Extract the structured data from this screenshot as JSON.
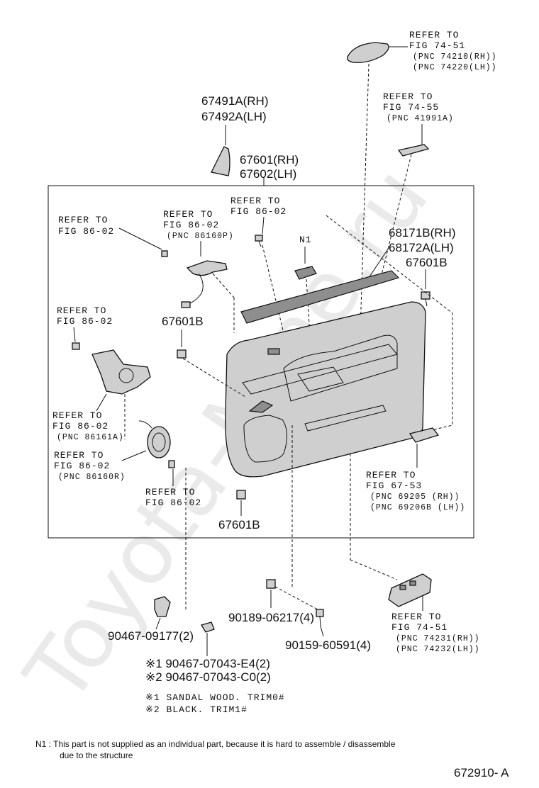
{
  "watermark": "Toyota-Mine.ru",
  "labels": {
    "refer_74_51_top": [
      "REFER TO",
      "FIG 74-51",
      "(PNC 74210(RH))",
      "(PNC 74220(LH))"
    ],
    "refer_74_55": [
      "REFER TO",
      "FIG 74-55",
      "(PNC 41991A)"
    ],
    "part_67491A": [
      "67491A(RH)",
      "67492A(LH)"
    ],
    "part_67601_rh": [
      "67601(RH)",
      "67602(LH)"
    ],
    "refer_86_02_top": [
      "REFER TO",
      "FIG 86-02"
    ],
    "refer_86_02_left": [
      "REFER TO",
      "FIG 86-02"
    ],
    "refer_86_02_86160P": [
      "REFER TO",
      "FIG 86-02",
      "(PNC 86160P)"
    ],
    "n1": "N1",
    "part_68171B": [
      "68171B(RH)",
      "68172A(LH)",
      "67601B"
    ],
    "refer_86_02_mid": [
      "REFER TO",
      "FIG 86-02"
    ],
    "part_67601B_mid": "67601B",
    "refer_86_02_86161A": [
      "REFER TO",
      "FIG 86-02",
      "(PNC 86161A)"
    ],
    "refer_86_02_86160R": [
      "REFER TO",
      "FIG 86-02",
      "(PNC 86160R)"
    ],
    "refer_86_02_bottom": [
      "REFER TO",
      "FIG 86-02"
    ],
    "part_67601B_bottom": "67601B",
    "refer_67_53": [
      "REFER TO",
      "FIG 67-53",
      "(PNC 69205 (RH))",
      "(PNC 69206B (LH))"
    ],
    "refer_74_51_bottom": [
      "REFER TO",
      "FIG 74-51",
      "(PNC 74231(RH))",
      "(PNC 74232(LH))"
    ],
    "part_90467_09177": "90467-09177(2)",
    "part_90189_06217": "90189-06217(4)",
    "part_90159_60591": "90159-60591(4)",
    "part_90467_07043_e4": "※1  90467-07043-E4(2)",
    "part_90467_07043_c0": "※2  90467-07043-C0(2)",
    "legend_1": "※1  SANDAL WOOD. TRIM0#",
    "legend_2": "※2  BLACK. TRIM1#",
    "note_n1_line1": "N1 :  This part is not supplied as an individual part, because it is hard to assemble / disassemble",
    "note_n1_line2": "due to the structure",
    "figure_id": "672910- A"
  }
}
